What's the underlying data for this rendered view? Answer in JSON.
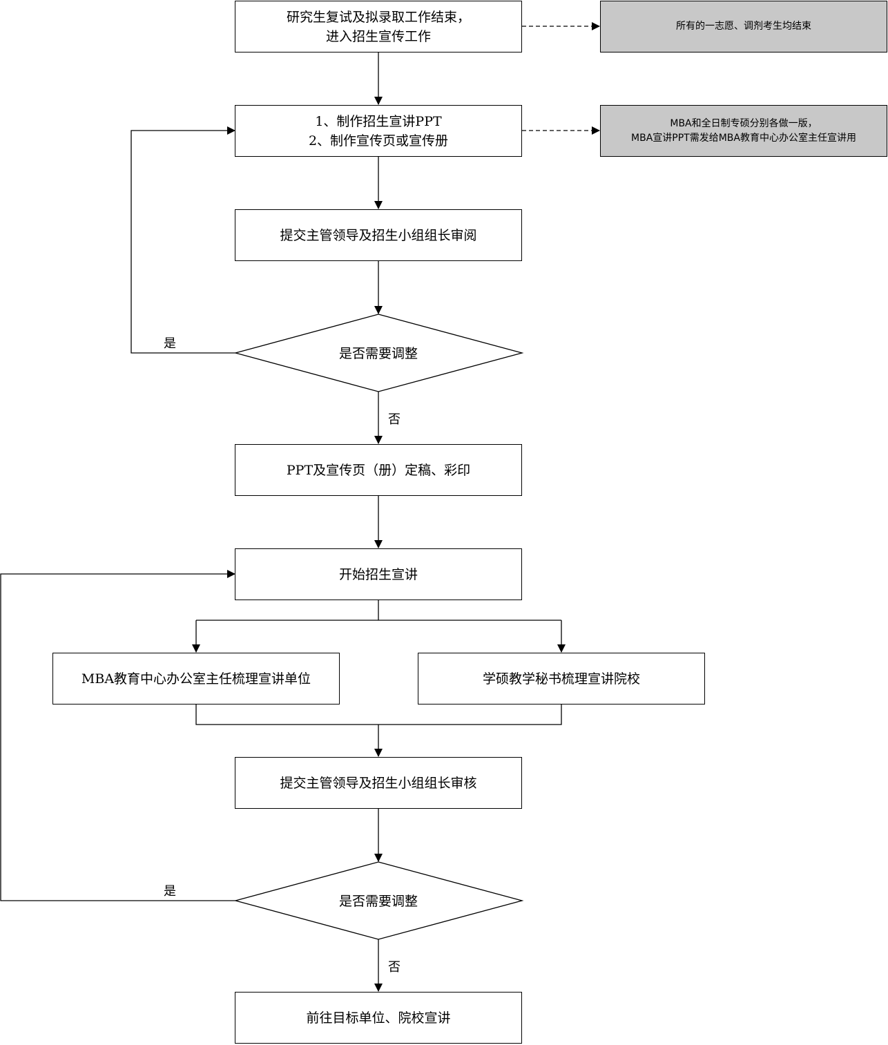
{
  "nodes": {
    "start": "研究生复试及拟录取工作结束，\n进入招生宣传工作",
    "start_note": "所有的一志愿、调剂考生均结束",
    "make": "1、制作招生宣讲PPT\n2、制作宣传页或宣传册",
    "make_note": "MBA和全日制专硕分别各做一版，\nMBA宣讲PPT需发给MBA教育中心办公室主任宣讲用",
    "review1": "提交主管领导及招生小组组长审阅",
    "decision1": "是否需要调整",
    "final": "PPT及宣传页（册）定稿、彩印",
    "begin": "开始招生宣讲",
    "mba": "MBA教育中心办公室主任梳理宣讲单位",
    "secretary": "学硕教学秘书梳理宣讲院校",
    "review2": "提交主管领导及招生小组组长审核",
    "decision2": "是否需要调整",
    "go": "前往目标单位、院校宣讲"
  },
  "edge_labels": {
    "yes1": "是",
    "no1": "否",
    "yes2": "是",
    "no2": "否"
  }
}
